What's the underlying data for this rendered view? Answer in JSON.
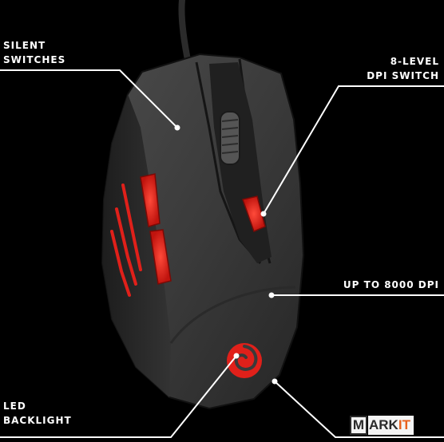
{
  "callouts": {
    "silent_switches": {
      "lines": [
        "SILENT",
        "SWITCHES"
      ]
    },
    "dpi_switch": {
      "lines": [
        "8-LEVEL",
        "DPI SWITCH"
      ]
    },
    "dpi_max": {
      "lines": [
        "UP TO 8000 DPI"
      ]
    },
    "led_backlight": {
      "lines": [
        "LED",
        "BACKLIGHT"
      ]
    }
  },
  "watermark": {
    "first_letter": "M",
    "rest": "ARK",
    "accent": "IT"
  },
  "colors": {
    "background": "#000000",
    "mouse_body": "#3a3a3a",
    "accent_red": "#e0201a",
    "label_text": "#ffffff",
    "callout_line": "#ffffff"
  },
  "icons": {
    "logo": "genesis-swirl-logo"
  }
}
